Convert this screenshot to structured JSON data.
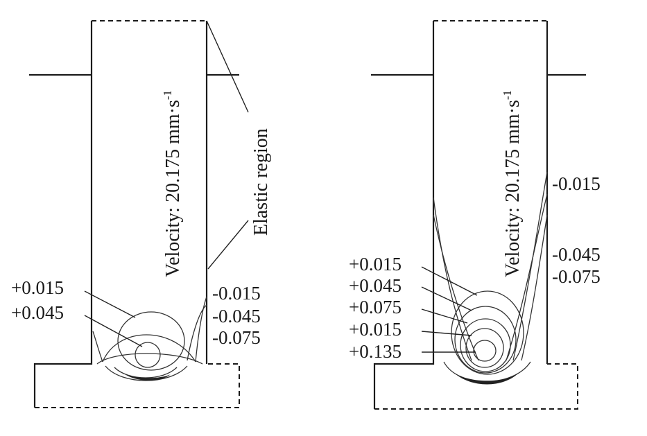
{
  "left_panel": {
    "velocity_label": "Velocity: 20.175 mm·s",
    "velocity_sup": "-1",
    "annotation": "Elastic region",
    "labels_left": [
      "+0.015",
      "+0.045"
    ],
    "labels_right": [
      "-0.015",
      "-0.045",
      "-0.075"
    ]
  },
  "right_panel": {
    "velocity_label": "Velocity: 20.175 mm·s",
    "velocity_sup": "-1",
    "labels_left": [
      "+0.015",
      "+0.045",
      "+0.075",
      "+0.015",
      "+0.135"
    ],
    "labels_right": [
      "-0.015",
      "-0.045",
      "-0.075"
    ]
  }
}
